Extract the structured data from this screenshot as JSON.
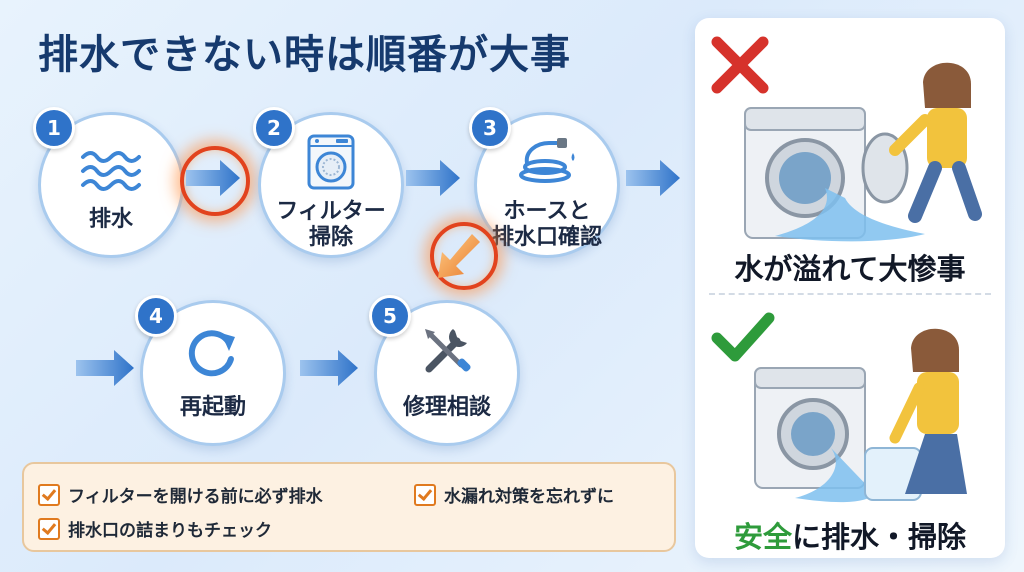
{
  "title": "排水できない時は順番が大事",
  "steps": [
    {
      "number": "1",
      "label": "排水",
      "icon": "water-waves-icon"
    },
    {
      "number": "2",
      "label": "フィルター\n掃除",
      "icon": "washing-machine-filter-icon"
    },
    {
      "number": "3",
      "label": "ホースと\n排水口確認",
      "icon": "hose-icon"
    },
    {
      "number": "4",
      "label": "再起動",
      "icon": "restart-icon"
    },
    {
      "number": "5",
      "label": "修理相談",
      "icon": "tools-icon"
    }
  ],
  "tips": [
    "フィルターを開ける前に必ず排水",
    "水漏れ対策を忘れずに",
    "排水口の詰まりもチェック"
  ],
  "bad_example": {
    "caption": "水が溢れて大惨事",
    "icon": "cross-icon"
  },
  "good_example": {
    "caption_green": "安全",
    "caption_rest": "に排水・掃除",
    "icon": "check-icon"
  },
  "colors": {
    "title": "#163a6e",
    "step_number": "#2f73c9",
    "arrow": "#3d7fd0",
    "highlight": "#e2431d",
    "cross": "#d6322b",
    "check": "#2e9b3b",
    "tip_border": "#e8c79d",
    "tip_check": "#e07a1f"
  }
}
